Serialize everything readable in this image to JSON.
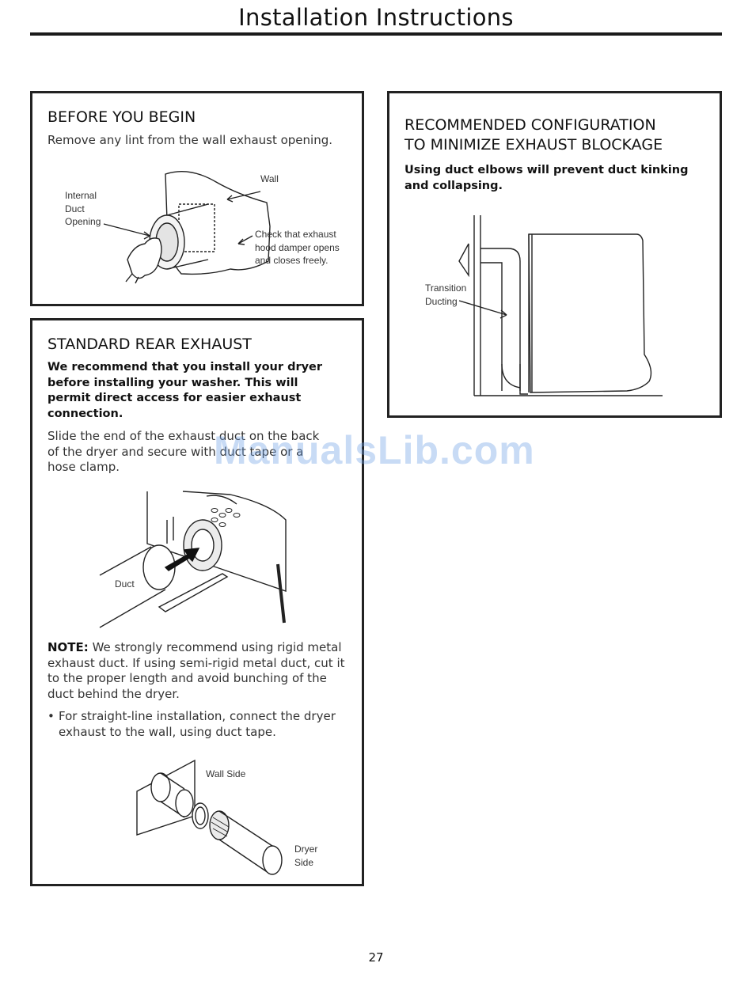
{
  "page": {
    "title": "Installation Instructions",
    "page_number": "27",
    "watermark": "ManualsLib.com"
  },
  "before_you_begin": {
    "heading": "BEFORE YOU BEGIN",
    "text": "Remove any lint from the wall exhaust opening.",
    "label_wall": "Wall",
    "label_internal_duct_opening": [
      "Internal",
      "Duct",
      "Opening"
    ],
    "label_check_damper": [
      "Check that exhaust",
      "hood damper opens",
      "and closes freely."
    ]
  },
  "standard_rear_exhaust": {
    "heading": "STANDARD REAR EXHAUST",
    "bold_text": "We recommend that you install your dryer before installing your washer. This will permit direct access for easier exhaust connection.",
    "text": "Slide the end of the exhaust duct on the back of the dryer and secure with duct tape or a hose clamp.",
    "label_duct": "Duct",
    "note_label": "NOTE:",
    "note_text": "We strongly recommend using rigid metal exhaust duct. If using semi-rigid metal duct, cut it to the proper length and avoid bunching of the duct behind the dryer.",
    "bullet": "For straight-line installation, connect the dryer exhaust to the wall, using duct tape.",
    "label_wall_side": "Wall Side",
    "label_dryer_side": [
      "Dryer",
      "Side"
    ]
  },
  "recommended_configuration": {
    "heading_line1": "RECOMMENDED CONFIGURATION",
    "heading_line2": "TO MINIMIZE EXHAUST BLOCKAGE",
    "bold_text": "Using duct elbows will prevent duct kinking and collapsing.",
    "label_transition_ducting": [
      "Transition",
      "Ducting"
    ]
  }
}
